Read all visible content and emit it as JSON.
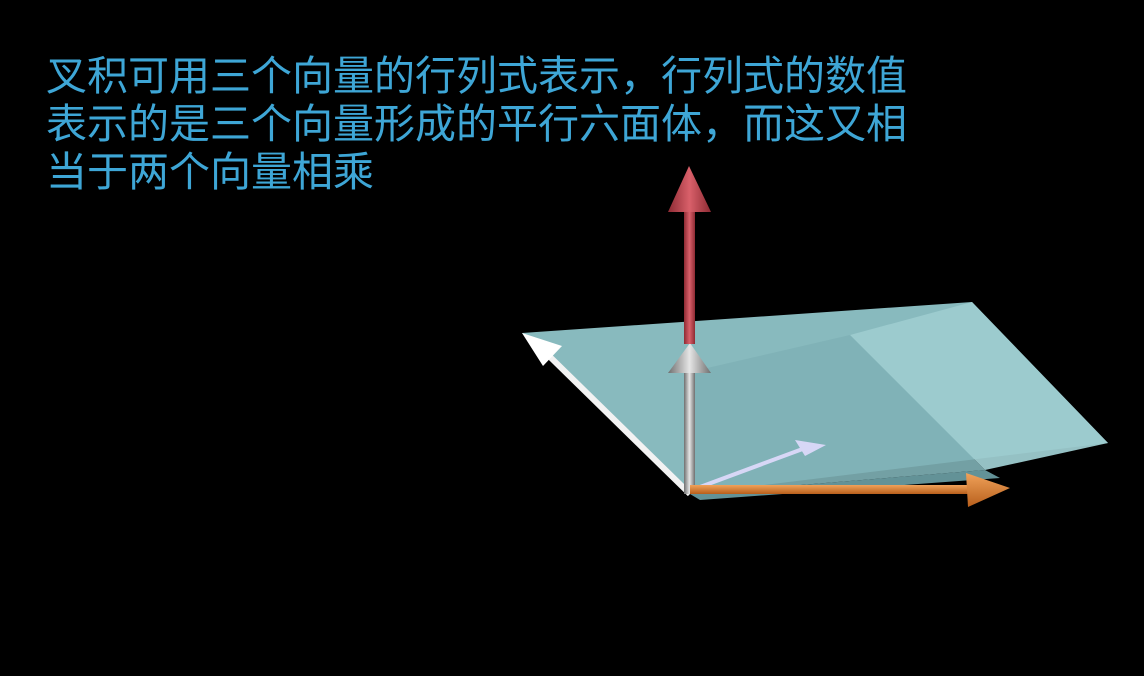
{
  "caption": {
    "line1": "叉积可用三个向量的行列式表示，行列式的数值",
    "line2": "表示的是三个向量形成的平行六面体，而这又相",
    "line3": "当于两个向量相乘"
  },
  "colors": {
    "background": "#000000",
    "caption_text": "#3ea6d6",
    "parallelepiped_fill": "#8fc4c8",
    "parallelepiped_shade": "#7fb1b6",
    "red_arrow": "#c8454f",
    "white_arrow": "#f2f2f2",
    "gray_arrow": "#9a9a9a",
    "orange_arrow": "#e9893a",
    "purple_arrow": "#c9c9f2"
  },
  "scene": {
    "arrows": [
      {
        "name": "red-arrow",
        "color_name": "red"
      },
      {
        "name": "white-arrow",
        "color_name": "white"
      },
      {
        "name": "gray-arrow",
        "color_name": "gray"
      },
      {
        "name": "orange-arrow",
        "color_name": "orange"
      },
      {
        "name": "purple-arrow",
        "color_name": "lavender"
      }
    ],
    "shape": "parallelepiped"
  }
}
